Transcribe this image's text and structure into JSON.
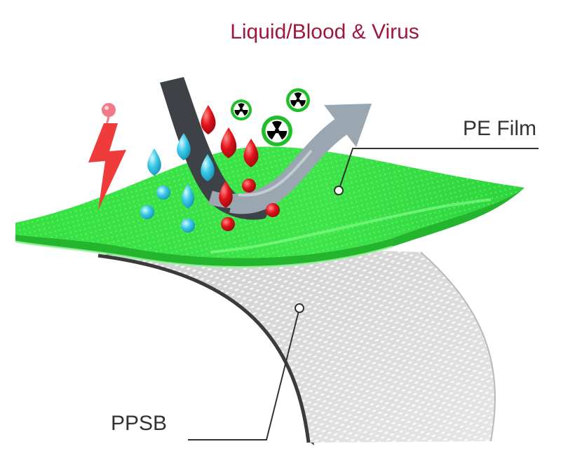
{
  "title": "Liquid/Blood & Virus",
  "labels": {
    "top_layer": "PE Film",
    "bottom_layer": "PPSB"
  },
  "colors": {
    "title": "#a0173c",
    "label": "#333333",
    "pe_film": "#3ee44a",
    "pe_film_highlight": "#7bff7f",
    "ppsb": "#d8d8d8",
    "ppsb_edge": "#4a4a4a",
    "blood": "#e0121a",
    "water": "#2fc7e6",
    "virus": "#1fbf2a",
    "lightning": "#f03b3b",
    "arrow": "#9aa7b0",
    "dark_strip": "#3e4246"
  },
  "icons": [
    "lightning-icon",
    "water-drop-icon",
    "blood-drop-icon",
    "virus-icon",
    "arrow-icon"
  ]
}
